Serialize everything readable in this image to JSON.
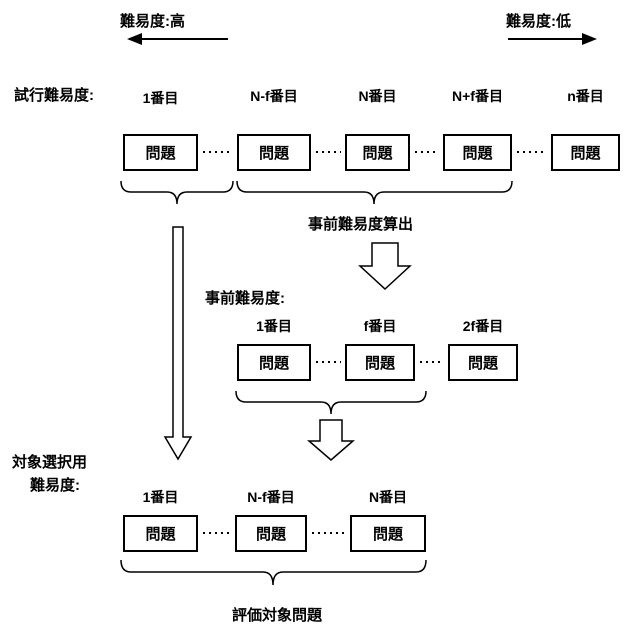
{
  "header": {
    "difficulty_high": "難易度:高",
    "difficulty_low": "難易度:低"
  },
  "trial": {
    "label": "試行難易度:",
    "items": [
      {
        "order": "1番目",
        "box": "問題"
      },
      {
        "order": "N-f番目",
        "box": "問題"
      },
      {
        "order": "N番目",
        "box": "問題"
      },
      {
        "order": "N+f番目",
        "box": "問題"
      },
      {
        "order": "n番目",
        "box": "問題"
      }
    ]
  },
  "prior_calc_label": "事前難易度算出",
  "prior": {
    "label": "事前難易度:",
    "items": [
      {
        "order": "1番目",
        "box": "問題"
      },
      {
        "order": "f番目",
        "box": "問題"
      },
      {
        "order": "2f番目",
        "box": "問題"
      }
    ]
  },
  "selection": {
    "label_line1": "対象選択用",
    "label_line2": "難易度:",
    "items": [
      {
        "order": "1番目",
        "box": "問題"
      },
      {
        "order": "N-f番目",
        "box": "問題"
      },
      {
        "order": "N番目",
        "box": "問題"
      }
    ]
  },
  "footer": {
    "evaluation_label": "評価対象問題"
  }
}
